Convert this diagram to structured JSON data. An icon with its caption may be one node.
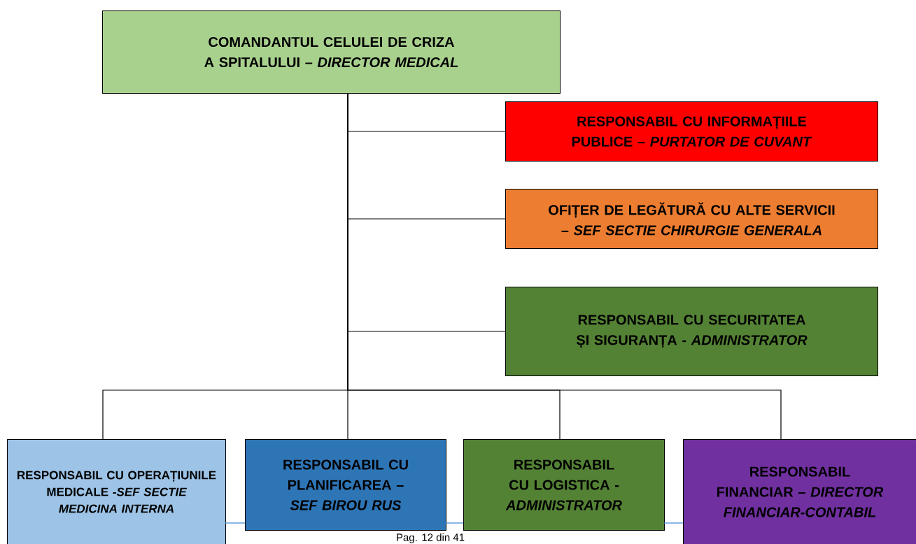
{
  "diagram": {
    "nodes": [
      {
        "text": [
          "COMANDANTUL CELULEI DE CRIZA A SPITALULUI – *DIRECTOR MEDICAL*"
        ]
      },
      {
        "text": [
          "RESPONSABIL CU INFORMAȚIILE PUBLICE – *PURTATOR DE CUVANT*"
        ]
      },
      {
        "text": [
          "OFIȚER DE LEGĂTURĂ CU ALTE SERVICII – *SEF SECTIE CHIRURGIE GENERALA*"
        ]
      },
      {
        "text": [
          "RESPONSABIL CU SECURITATEA ȘI SIGURANȚA - *ADMINISTRATOR*"
        ]
      },
      {
        "text": [
          "RESPONSABIL CU OPERAȚIUNILE MEDICALE *-SEF SECTIE MEDICINA INTERNA*"
        ]
      },
      {
        "text": [
          "RESPONSABIL CU PLANIFICAREA – *SEF BIROU RUS*"
        ]
      },
      {
        "text": [
          "RESPONSABIL CU LOGISTICA - *ADMINISTRATOR*"
        ]
      },
      {
        "text": [
          "RESPONSABIL FINANCIAR – *DIRECTOR FINANCIAR-CONTABIL*"
        ]
      }
    ],
    "edges": [
      {
        "from": 0,
        "to": 1,
        "arrow": "none"
      },
      {
        "from": 0,
        "to": 2,
        "arrow": "none"
      },
      {
        "from": 0,
        "to": 3,
        "arrow": "none"
      },
      {
        "from": 0,
        "to": 4,
        "arrow": "none"
      },
      {
        "from": 0,
        "to": 5,
        "arrow": "none"
      },
      {
        "from": 0,
        "to": 6,
        "arrow": "none"
      },
      {
        "from": 0,
        "to": 7,
        "arrow": "none"
      }
    ],
    "labels": [
      "Pag. 12 din 41"
    ]
  }
}
